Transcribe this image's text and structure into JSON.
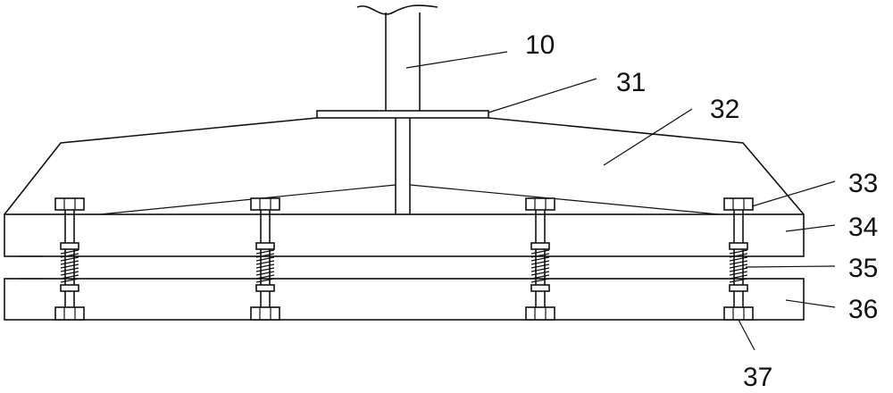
{
  "diagram": {
    "labels": {
      "rod": "10",
      "top_plate": "31",
      "frame": "32",
      "nut": "33",
      "upper_board": "34",
      "spring": "35",
      "lower_board": "36",
      "bottom_nut": "37"
    }
  }
}
